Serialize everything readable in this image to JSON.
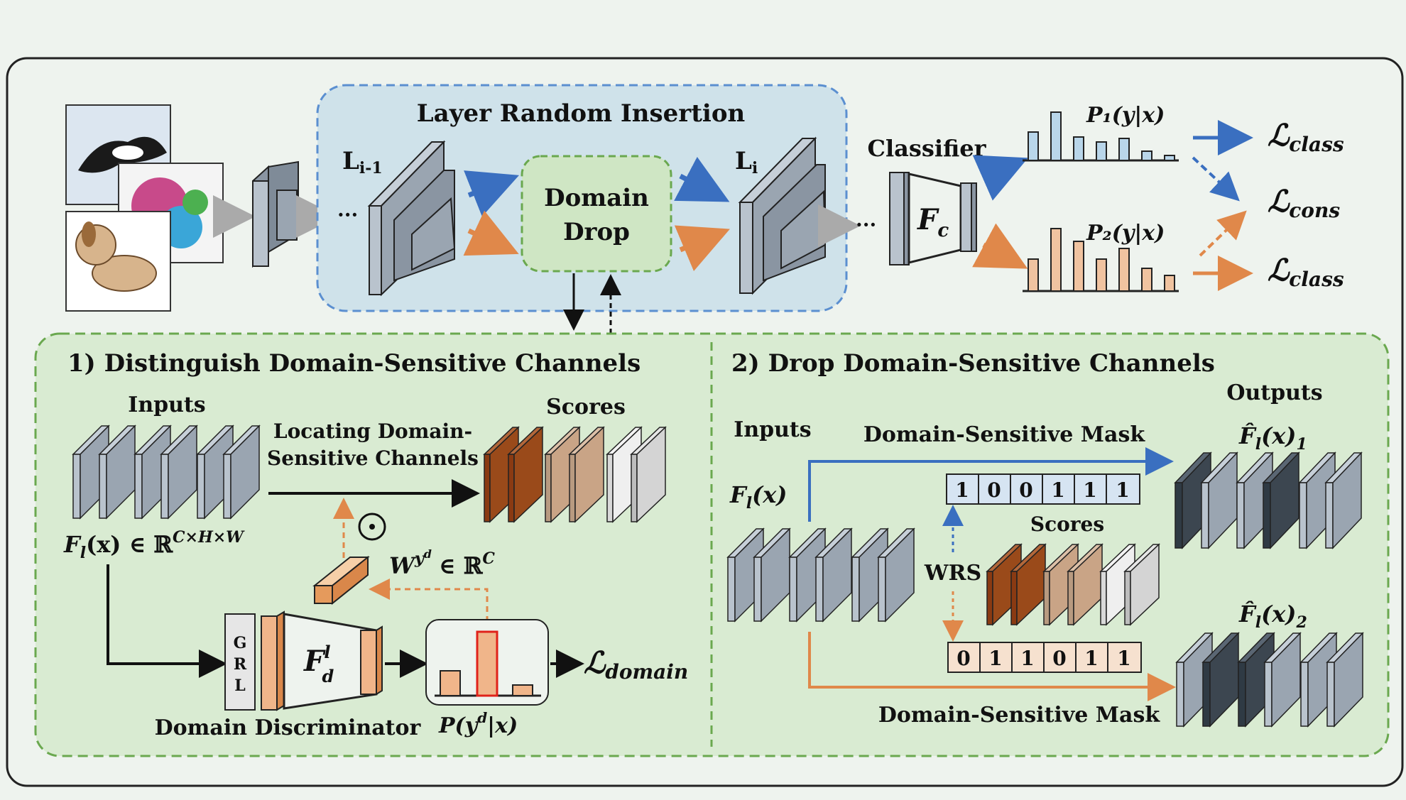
{
  "top": {
    "lri_title": "Layer Random Insertion",
    "layer_prev": "L",
    "layer_prev_sub": "i-1",
    "layer_cur": "L",
    "layer_cur_sub": "i",
    "ellipsis": "···",
    "domain_drop": [
      "Domain",
      "Drop"
    ],
    "classifier": "Classifier",
    "fc": "F",
    "fc_sub": "c",
    "p1": "P₁(y|x)",
    "p2": "P₂(y|x)",
    "loss_class_1": "ℒ",
    "loss_class_1_sub": "class",
    "loss_cons": "ℒ",
    "loss_cons_sub": "cons",
    "loss_class_2": "ℒ",
    "loss_class_2_sub": "class"
  },
  "left_panel": {
    "title": "1) Distinguish Domain-Sensitive Channels",
    "inputs": "Inputs",
    "scores": "Scores",
    "locating": [
      "Locating Domain-",
      "Sensitive Channels"
    ],
    "feature": "F",
    "feature_sub": "l",
    "feature_rest": "(x) ∈ ℝ",
    "feature_sup": "C×H×W",
    "odot": "⊙",
    "weight": "W",
    "weight_sup": "y",
    "weight_supsup": "d",
    "weight_rest": "∈ ℝ",
    "weight_rsup": "C",
    "grl": [
      "G",
      "R",
      "L"
    ],
    "fd": "F",
    "fd_sup": "l",
    "fd_sub": "d",
    "loss_domain": "ℒ",
    "loss_domain_sub": "domain",
    "discriminator": "Domain Discriminator",
    "prob": "P(y",
    "prob_sup": "d",
    "prob_rest": "|x)"
  },
  "right_panel": {
    "title": "2) Drop Domain-Sensitive Channels",
    "inputs": "Inputs",
    "outputs": "Outputs",
    "mask_top_label": "Domain-Sensitive Mask",
    "mask_bottom_label": "Domain-Sensitive Mask",
    "feature": "F",
    "feature_sub": "l",
    "feature_rest": "(x)",
    "scores": "Scores",
    "wrs": "WRS",
    "mask_top": [
      "1",
      "0",
      "0",
      "1",
      "1",
      "1"
    ],
    "mask_bottom": [
      "0",
      "1",
      "1",
      "0",
      "1",
      "1"
    ],
    "out1": "F̂",
    "out1_sub": "l",
    "out1_rest": "(x)",
    "out1_idx": "1",
    "out2": "F̂",
    "out2_sub": "l",
    "out2_rest": "(x)",
    "out2_idx": "2"
  },
  "colors": {
    "blue": "#3a6fc0",
    "orange": "#e0884a",
    "lri_bg": "#cfe2ea",
    "panel_bg": "#d9ebd2",
    "box_green": "#6aa84f",
    "dark_brown": "#9a4a1a",
    "light_brown": "#c9a486"
  }
}
